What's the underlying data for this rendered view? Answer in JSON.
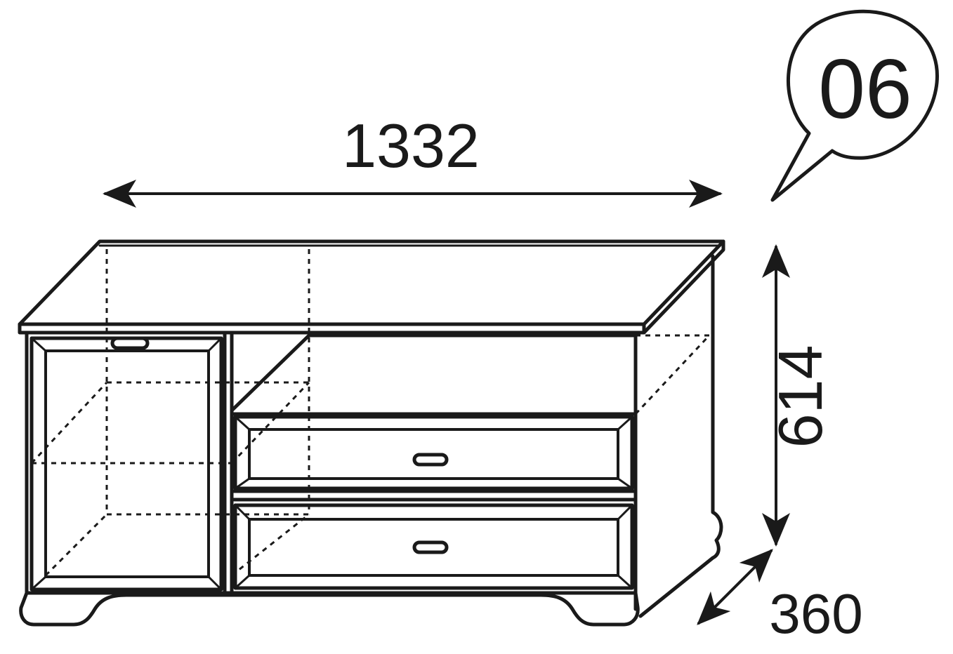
{
  "diagram": {
    "item_number": "06",
    "dimensions": {
      "width": "1332",
      "height": "614",
      "depth": "360"
    },
    "colors": {
      "ink": "#1a1a1a",
      "background": "#ffffff"
    }
  }
}
